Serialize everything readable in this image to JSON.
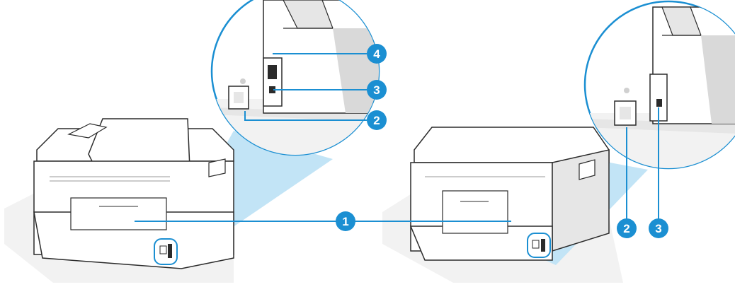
{
  "diagram": {
    "colors": {
      "accent": "#1B8FD2",
      "zoom_fill": "#BFE3F6",
      "outline": "#2B2B2B",
      "body": "#FFFFFF",
      "shade": "#E6E6E6",
      "floor": "#F2F2F2"
    },
    "callouts": [
      {
        "id": "callout-1",
        "label": "1"
      },
      {
        "id": "callout-2-left",
        "label": "2"
      },
      {
        "id": "callout-3-left",
        "label": "3"
      },
      {
        "id": "callout-4-left",
        "label": "4"
      },
      {
        "id": "callout-2-right",
        "label": "2"
      },
      {
        "id": "callout-3-right",
        "label": "3"
      }
    ]
  }
}
